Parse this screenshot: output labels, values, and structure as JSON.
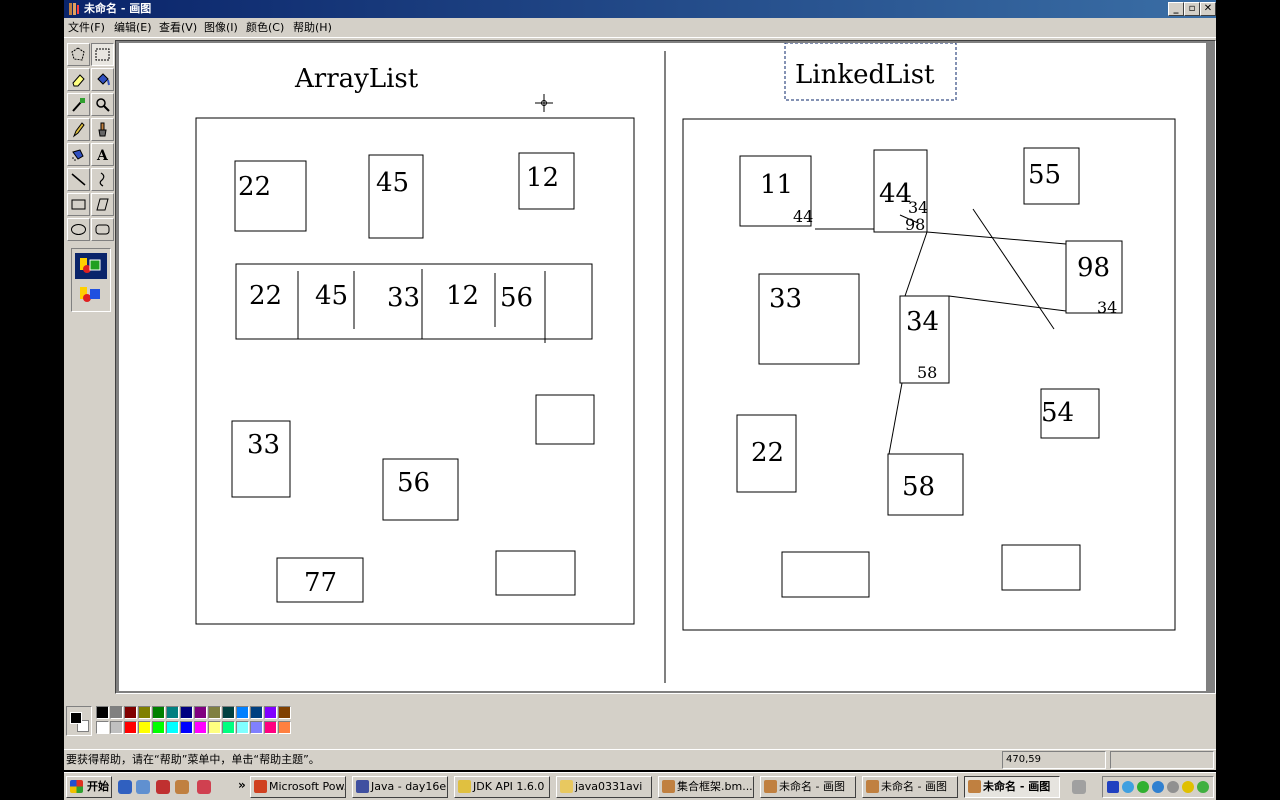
{
  "window": {
    "title": "未命名 - 画图",
    "controls": {
      "minimize": "_",
      "restore": "▫",
      "close": "✕"
    }
  },
  "menu": [
    {
      "label": "文件(F)"
    },
    {
      "label": "编辑(E)"
    },
    {
      "label": "查看(V)"
    },
    {
      "label": "图像(I)"
    },
    {
      "label": "颜色(C)"
    },
    {
      "label": "帮助(H)"
    }
  ],
  "tools": [
    {
      "name": "free-select-icon"
    },
    {
      "name": "rect-select-icon",
      "active": true
    },
    {
      "name": "eraser-icon"
    },
    {
      "name": "fill-icon"
    },
    {
      "name": "color-picker-icon"
    },
    {
      "name": "magnifier-icon"
    },
    {
      "name": "pencil-icon"
    },
    {
      "name": "brush-icon"
    },
    {
      "name": "airbrush-icon"
    },
    {
      "name": "text-icon",
      "glyph": "A"
    },
    {
      "name": "line-icon"
    },
    {
      "name": "curve-icon"
    },
    {
      "name": "rectangle-icon"
    },
    {
      "name": "polygon-icon"
    },
    {
      "name": "ellipse-icon"
    },
    {
      "name": "rounded-rect-icon"
    }
  ],
  "canvas": {
    "left_title": "ArrayList",
    "right_title": "LinkedList",
    "arraylist_boxes": [
      "22",
      "45",
      "12",
      "33",
      "56",
      "77",
      ""
    ],
    "arraylist_array": [
      "22",
      "45",
      "33",
      "12",
      "56"
    ],
    "linked_boxes": {
      "n11": {
        "value": "11",
        "next": "44"
      },
      "n44": {
        "value": "44",
        "prev": "34",
        "next": "98"
      },
      "n55": {
        "value": "55"
      },
      "n98": {
        "value": "98",
        "prev": "34"
      },
      "n33": {
        "value": "33"
      },
      "n34": {
        "value": "34",
        "next": "58"
      },
      "n54": {
        "value": "54"
      },
      "n22": {
        "value": "22"
      },
      "n58": {
        "value": "58"
      }
    }
  },
  "palette": {
    "foreground": "#000000",
    "background": "#ffffff",
    "colors_top": [
      "#000000",
      "#808080",
      "#800000",
      "#808000",
      "#008000",
      "#008080",
      "#000080",
      "#800080",
      "#808040",
      "#004040",
      "#0080ff",
      "#004080",
      "#8000ff",
      "#804000"
    ],
    "colors_bottom": [
      "#ffffff",
      "#c0c0c0",
      "#ff0000",
      "#ffff00",
      "#00ff00",
      "#00ffff",
      "#0000ff",
      "#ff00ff",
      "#ffff80",
      "#00ff80",
      "#80ffff",
      "#8080ff",
      "#ff0080",
      "#ff8040"
    ]
  },
  "status": {
    "help": "要获得帮助，请在“帮助”菜单中，单击“帮助主题”。",
    "coords": "470,59"
  },
  "taskbar": {
    "start": "开始",
    "more": "»",
    "buttons": [
      {
        "label": "Microsoft Pow...",
        "color": "#d04020"
      },
      {
        "label": "Java - day16e...",
        "color": "#4050a0"
      },
      {
        "label": "JDK API 1.6.0 ...",
        "color": "#e0c040"
      },
      {
        "label": "java0331avi",
        "color": "#e8c860"
      },
      {
        "label": "集合框架.bm...",
        "color": "#c08040"
      },
      {
        "label": "未命名 - 画图",
        "color": "#c08040"
      },
      {
        "label": "未命名 - 画图",
        "color": "#c08040"
      },
      {
        "label": "未命名 - 画图",
        "color": "#c08040",
        "active": true
      }
    ]
  }
}
